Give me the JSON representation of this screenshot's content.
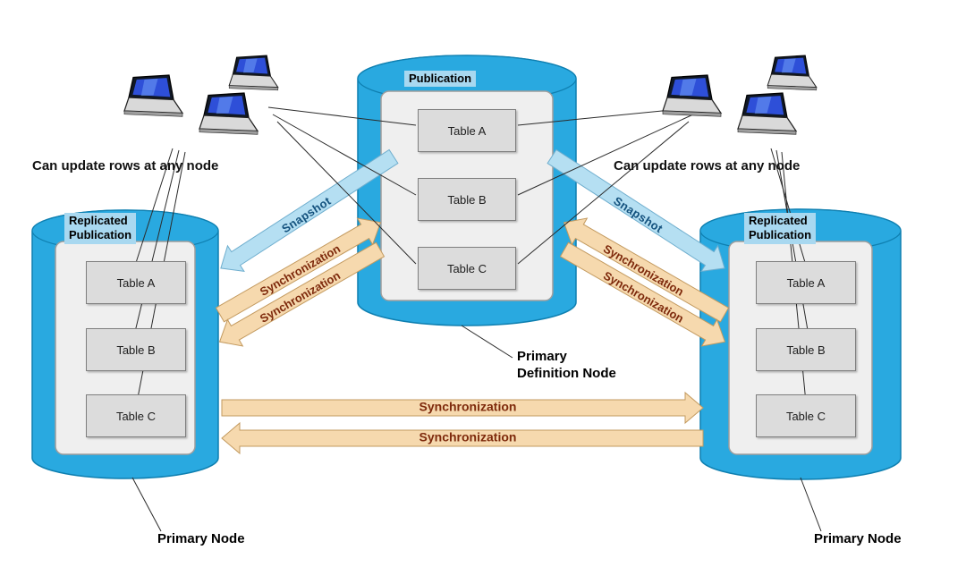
{
  "labels": {
    "snapshot": "Snapshot",
    "synchronization": "Synchronization"
  },
  "nodes": {
    "center": {
      "title": "Publication",
      "tables": [
        "Table A",
        "Table B",
        "Table C"
      ],
      "caption": "Primary\nDefinition Node"
    },
    "left": {
      "title": "Replicated\nPublication",
      "tables": [
        "Table A",
        "Table B",
        "Table C"
      ],
      "caption": "Primary Node"
    },
    "right": {
      "title": "Replicated\nPublication",
      "tables": [
        "Table A",
        "Table B",
        "Table C"
      ],
      "caption": "Primary Node"
    }
  },
  "annotations": {
    "left": "Can update rows at any node",
    "right": "Can update rows at any node"
  },
  "colors": {
    "cylinder": "#29A9E0",
    "cylinder_stroke": "#0E7FB0",
    "panel": "#EFEFEF",
    "table": "#DCDCDC",
    "snapshot_arrow": "#B5DFF2",
    "sync_arrow": "#F6D9AE",
    "snapshot_text": "#14527E",
    "sync_text": "#7E2A0C",
    "title_highlight": "#A8D8F0"
  }
}
